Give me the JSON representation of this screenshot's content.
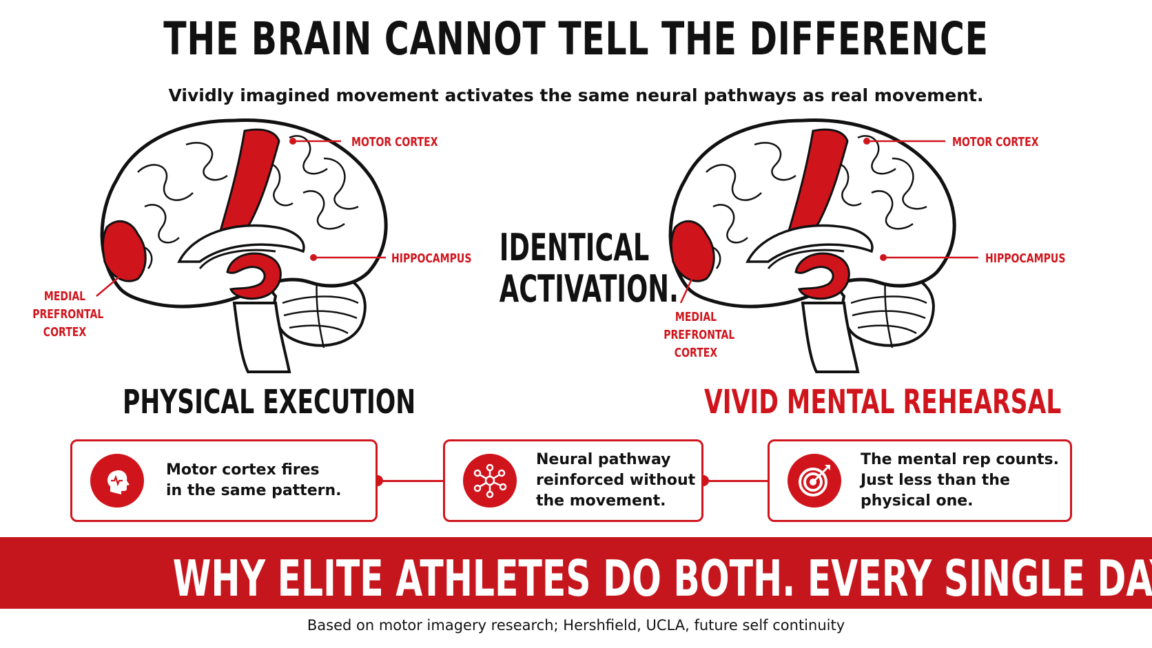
{
  "title": "THE BRAIN CANNOT TELL THE DIFFERENCE",
  "subtitle": "Vividly imagined movement activates the same neural pathways as real movement.",
  "brains": {
    "left": {
      "motor_cortex": "MOTOR CORTEX",
      "hippocampus": "HIPPOCAMPUS",
      "prefrontal_line1": "MEDIAL",
      "prefrontal_line2": "PREFRONTAL",
      "prefrontal_line3": "CORTEX",
      "caption": "PHYSICAL EXECUTION"
    },
    "right": {
      "motor_cortex": "MOTOR CORTEX",
      "hippocampus": "HIPPOCAMPUS",
      "prefrontal_line1": "MEDIAL",
      "prefrontal_line2": "PREFRONTAL",
      "prefrontal_line3": "CORTEX",
      "caption": "VIVID MENTAL REHEARSAL"
    }
  },
  "center": {
    "line1": "IDENTICAL",
    "line2": "ACTIVATION."
  },
  "cards": [
    {
      "icon": "head-pulse-icon",
      "line1": "Motor cortex fires",
      "line2": "in the same pattern.",
      "line3": ""
    },
    {
      "icon": "network-icon",
      "line1": "Neural pathway",
      "line2": "reinforced without",
      "line3": "the movement."
    },
    {
      "icon": "target-icon",
      "line1": "The mental rep counts.",
      "line2": "Just less than the",
      "line3": "physical one."
    }
  ],
  "banner": "WHY ELITE ATHLETES DO BOTH. EVERY SINGLE DAY.",
  "footer": "Based on motor imagery research; Hershfield, UCLA, future self continuity",
  "colors": {
    "accent": "#d0141c",
    "banner": "#c5161d",
    "text": "#111111"
  }
}
